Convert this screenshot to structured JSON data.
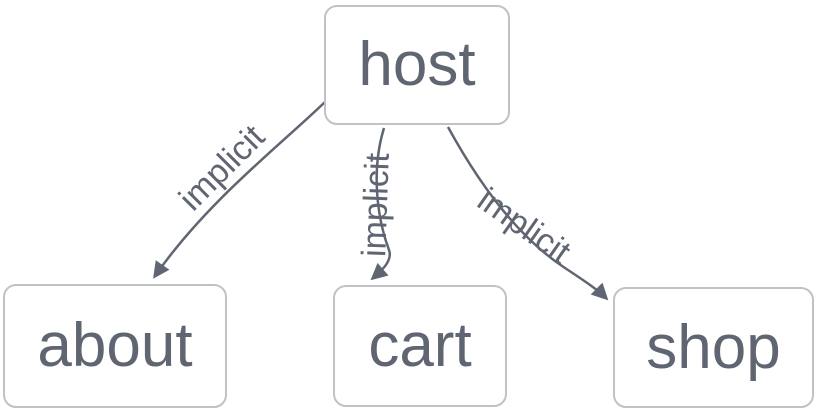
{
  "diagram": {
    "type": "flowchart",
    "background_color": "#ffffff",
    "node_fill_color": "#ffffff",
    "node_border_color": "#c0c2c5",
    "node_text_color": "#5f6672",
    "edge_color": "#5f6672",
    "edge_label_color": "#5f6672",
    "nodes": [
      {
        "id": "host",
        "label": "host"
      },
      {
        "id": "about",
        "label": "about"
      },
      {
        "id": "cart",
        "label": "cart"
      },
      {
        "id": "shop",
        "label": "shop"
      }
    ],
    "edges": [
      {
        "from": "host",
        "to": "about",
        "label": "implicit"
      },
      {
        "from": "host",
        "to": "cart",
        "label": "implicit"
      },
      {
        "from": "host",
        "to": "shop",
        "label": "implicit"
      }
    ]
  }
}
